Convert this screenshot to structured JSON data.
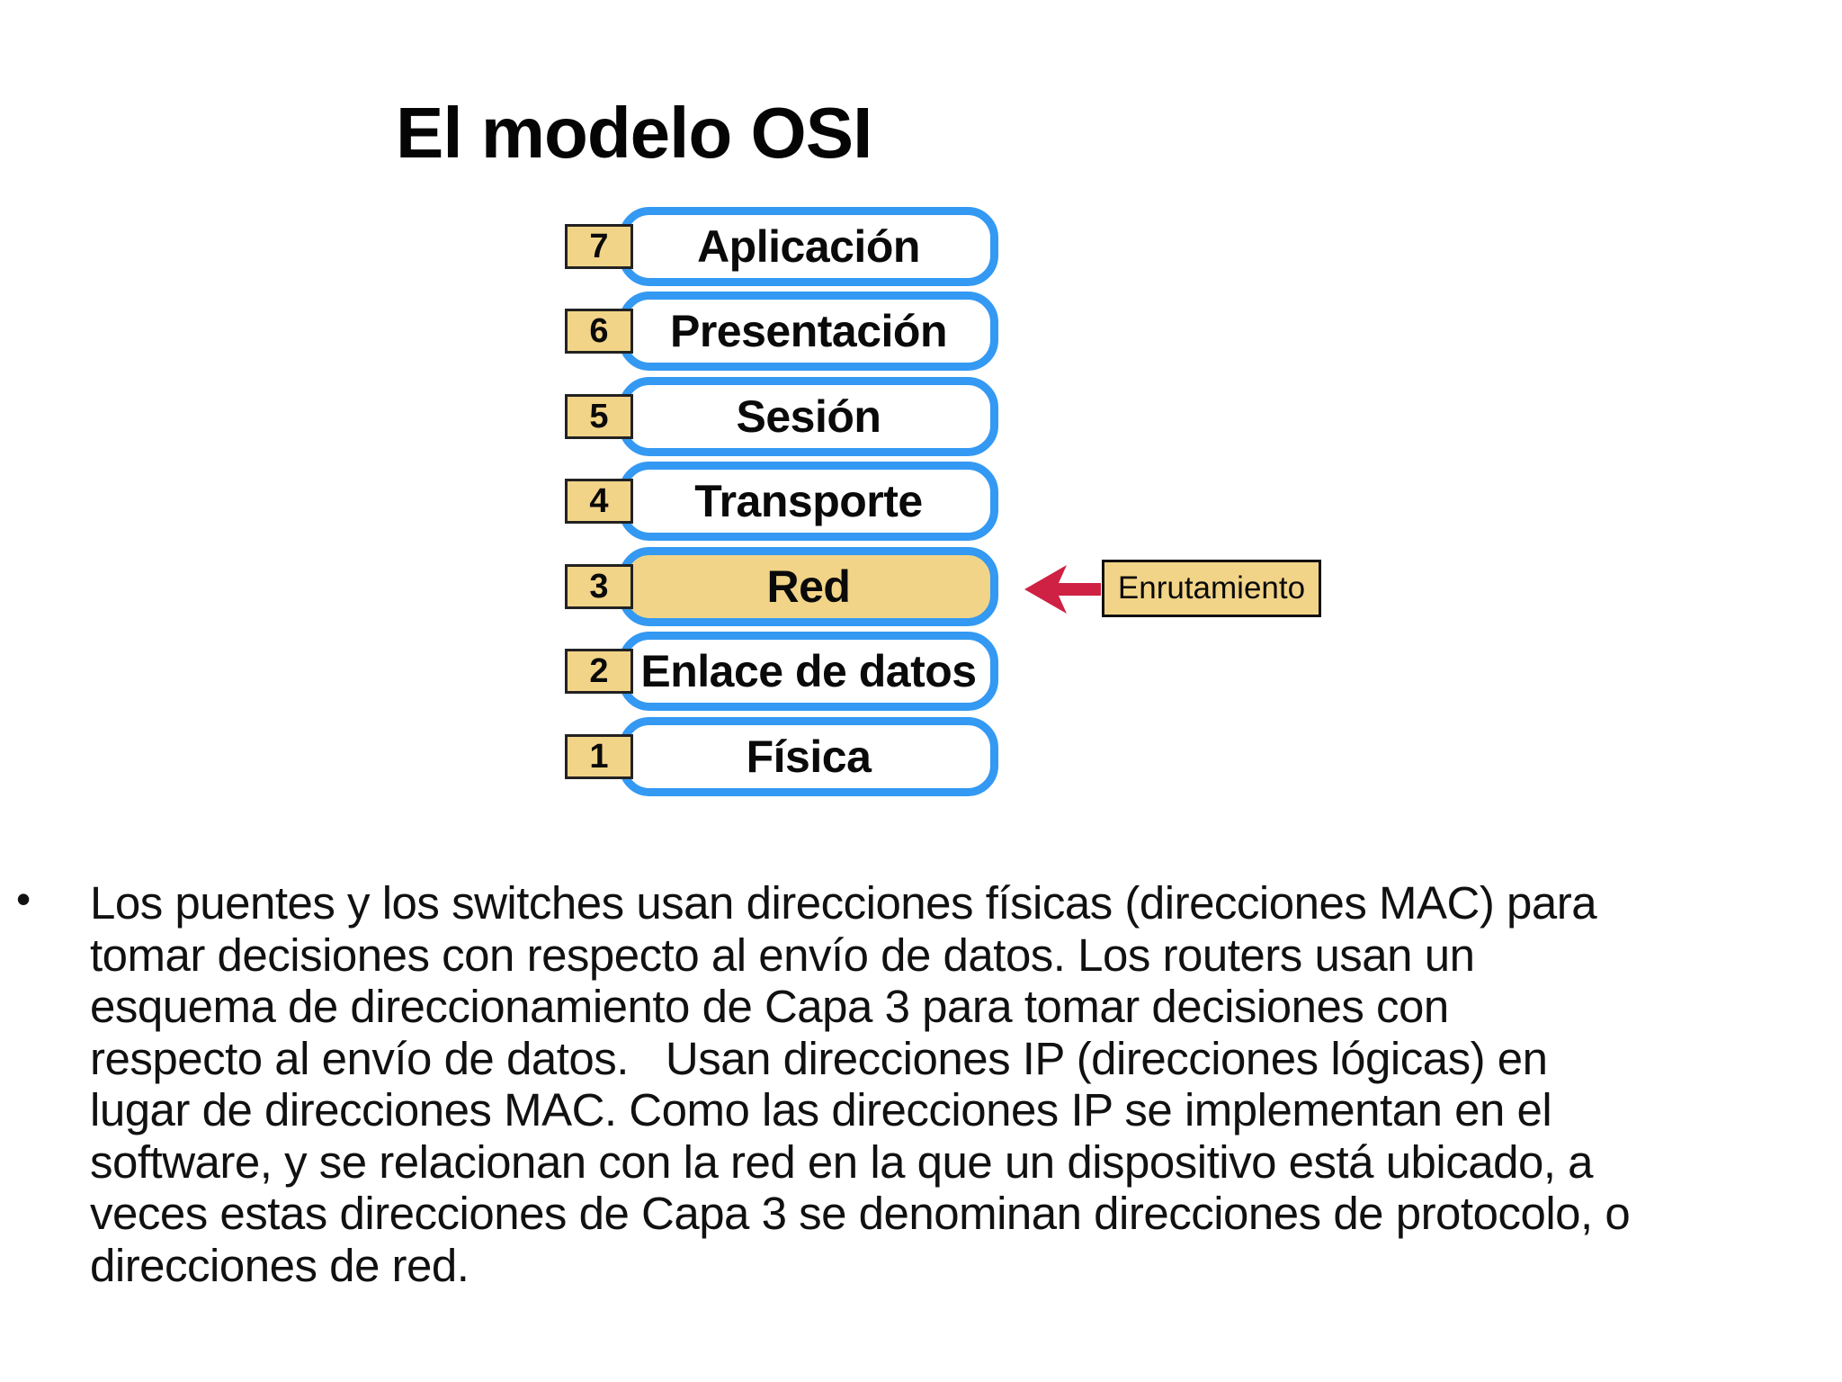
{
  "slide": {
    "title": "El modelo OSI"
  },
  "diagram": {
    "layers": [
      {
        "num": "7",
        "label": "Aplicación"
      },
      {
        "num": "6",
        "label": "Presentación"
      },
      {
        "num": "5",
        "label": "Sesión"
      },
      {
        "num": "4",
        "label": "Transporte"
      },
      {
        "num": "3",
        "label": "Red",
        "highlighted": true
      },
      {
        "num": "2",
        "label": "Enlace de datos"
      },
      {
        "num": "1",
        "label": "Física"
      }
    ],
    "annotation": {
      "label": "Enrutamiento",
      "target_layer": "Red"
    },
    "colors": {
      "layer_border_blue": "#3399f3",
      "highlight_tan": "#f2d488",
      "arrow_red": "#ce2144"
    }
  },
  "body": {
    "bullet": "•",
    "lines": [
      "Los puentes y los switches usan direcciones físicas (direcciones MAC) para",
      "tomar decisiones con respecto al envío de datos. Los routers usan un",
      "esquema de direccionamiento de Capa 3 para tomar decisiones con",
      "respecto al envío de datos.   Usan direcciones IP (direcciones lógicas) en",
      "lugar de direcciones MAC. Como las direcciones IP se implementan en el",
      "software, y se relacionan con la red en la que un dispositivo está ubicado, a",
      "veces estas direcciones de Capa 3 se denominan direcciones de protocolo, o",
      "direcciones de red."
    ]
  }
}
